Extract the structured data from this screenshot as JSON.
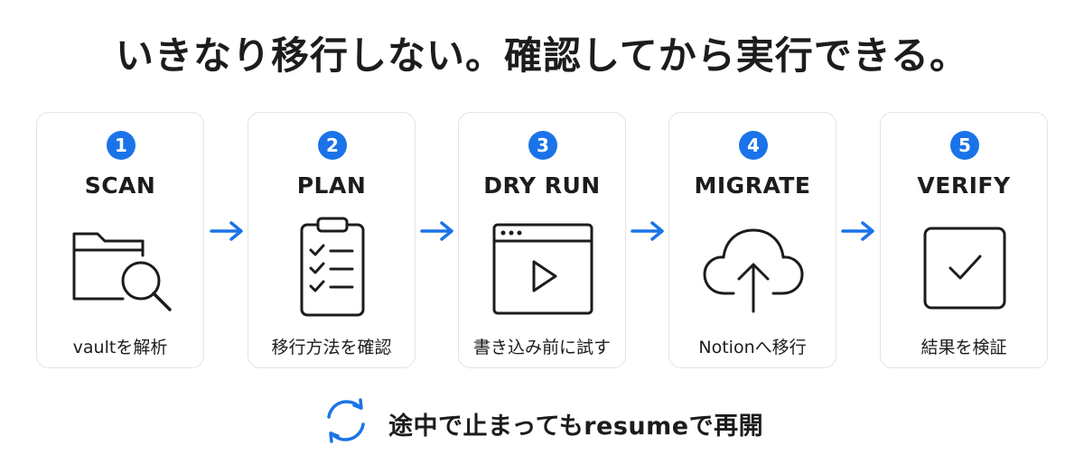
{
  "title": "いきなり移行しない。確認してから実行できる。",
  "colors": {
    "accent": "#1a73e8",
    "text": "#1c1c1c",
    "card_border": "#e3e3e3"
  },
  "steps": [
    {
      "number": "1",
      "name": "SCAN",
      "description": "vaultを解析",
      "icon": "folder-search-icon"
    },
    {
      "number": "2",
      "name": "PLAN",
      "description": "移行方法を確認",
      "icon": "clipboard-checklist-icon"
    },
    {
      "number": "3",
      "name": "DRY RUN",
      "description": "書き込み前に試す",
      "icon": "browser-play-icon"
    },
    {
      "number": "4",
      "name": "MIGRATE",
      "description": "Notionへ移行",
      "icon": "cloud-upload-icon"
    },
    {
      "number": "5",
      "name": "VERIFY",
      "description": "結果を検証",
      "icon": "checkbox-icon"
    }
  ],
  "footer": {
    "icon": "refresh-cycle-icon",
    "text": "途中で止まってもresumeで再開"
  }
}
